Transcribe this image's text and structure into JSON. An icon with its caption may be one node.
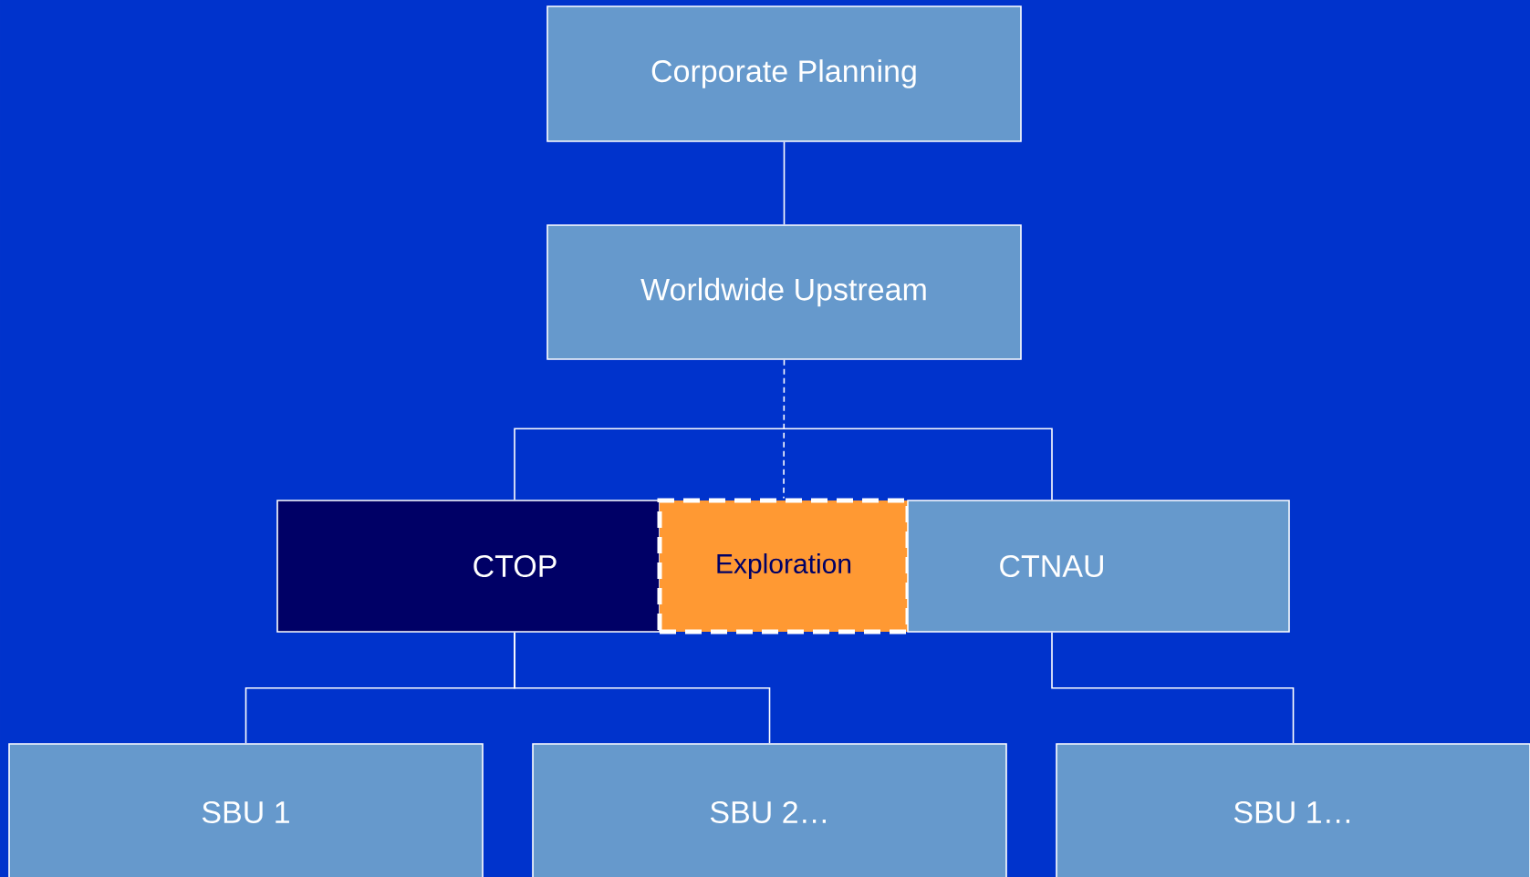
{
  "diagram": {
    "nodes": [
      {
        "text": [
          "Corporate Planning"
        ]
      },
      {
        "text": [
          "Worldwide Upstream"
        ]
      },
      {
        "text": [
          "CTOP"
        ]
      },
      {
        "text": [
          "Exploration"
        ]
      },
      {
        "text": [
          "CTNAU"
        ]
      },
      {
        "text": [
          "SBU 1"
        ]
      },
      {
        "text": [
          "SBU 2…"
        ]
      },
      {
        "text": [
          "SBU 1…"
        ]
      }
    ],
    "edges": [
      {
        "from": 0,
        "to": 1,
        "arrow": "none"
      },
      {
        "from": 1,
        "to": 3,
        "arrow": "none",
        "style": "dashed"
      },
      {
        "from": 2,
        "to": 4,
        "arrow": "none"
      },
      {
        "from": 2,
        "to": 5,
        "arrow": "none"
      },
      {
        "from": 2,
        "to": 6,
        "arrow": "none"
      },
      {
        "from": 4,
        "to": 7,
        "arrow": "none"
      }
    ]
  }
}
